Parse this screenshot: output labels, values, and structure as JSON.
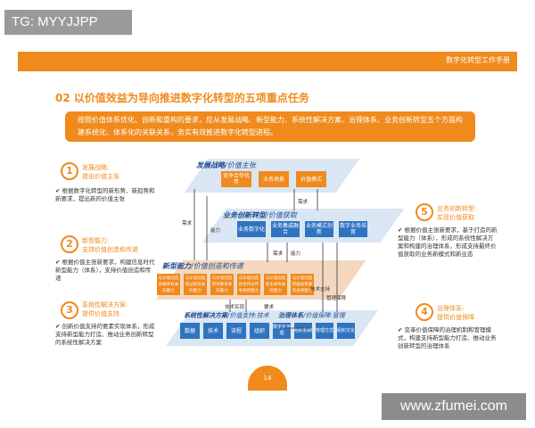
{
  "overlay": {
    "tag": "TG: MYYJJPP",
    "watermark": "www.zfumei.com"
  },
  "header": {
    "title": "数字化转型工作手册"
  },
  "section": {
    "title": "02 以价值效益为导向推进数字化转型的五项重点任务"
  },
  "intro": {
    "text": "按照价值体系优化、创新和重构的要求，应从发展战略、新型能力、系统性解决方案、治理体系、业务创新转型五个方面构建系统化、体系化的关联关系，务实有效推进数字化转型进程。"
  },
  "tasks": [
    {
      "num": "1",
      "name": "发展战略:",
      "sub": "提出价值主张",
      "desc": "根据数字化转型的新形势、新趋势和新要求，提出新的价值主张"
    },
    {
      "num": "2",
      "name": "新型能力:",
      "sub": "支持价值创造和传递",
      "desc": "根据价值主张新要求，构建信息时代新型能力（体系），支持价值创造和传递"
    },
    {
      "num": "3",
      "name": "系统性解决方案:",
      "sub": "提供价值支持",
      "desc": "创新价值支持的要素实现体系，形成支持新型能力打造、推动业务创新转型的系统性解决方案"
    },
    {
      "num": "4",
      "name": "治理体系:",
      "sub": "提供价值保障",
      "desc": "变革价值保障的治理机制和管理模式，构建支持新型能力打造、推动业务创新转型的治理体系"
    },
    {
      "num": "5",
      "name": "业务创新转型:",
      "sub": "实现价值获取",
      "desc": "根据价值主张新要求，基于打造的新型能力（体系），形成的系统性解决方案和构建的治理体系，形成支持最终价值获取的业务新模式和新业态"
    }
  ],
  "diagram": {
    "strategy": {
      "label": "发展战略",
      "sub": "/价值主张",
      "boxes": [
        "竞争合作优势",
        "业务场景",
        "价值模式"
      ]
    },
    "business": {
      "label": "业务创新转型",
      "sub": "/价值获取",
      "boxes": [
        "业务数字化",
        "业务集成融合",
        "业务模式创新",
        "数字业务培育"
      ]
    },
    "capability": {
      "label": "新型能力",
      "sub": "/价值创造和传递",
      "boxes": [
        "与价值创造的载体有关的能力",
        "与价值创造的过程有关的能力",
        "与价值创造的对象有关的能力",
        "与价值创造的合作伙伴有关的能力",
        "与价值创造的主体有关的能力",
        "与价值创造的驱动要素有关的能力"
      ]
    },
    "solution": {
      "label": "系统性解决方案",
      "sub": "/价值支持:技术",
      "boxes": [
        "数据",
        "技术",
        "流程",
        "组织"
      ]
    },
    "governance": {
      "label": "治理体系",
      "sub": "/价值保障:管理",
      "boxes": [
        "数字化治理",
        "组织机制",
        "管理方式",
        "组织文化"
      ]
    },
    "labels": {
      "demand": "需求",
      "capability": "能力",
      "tech": "技术实现",
      "support": "技术支持",
      "mgmt": "管理保障",
      "req": "要求"
    }
  },
  "page": {
    "number": "14"
  }
}
